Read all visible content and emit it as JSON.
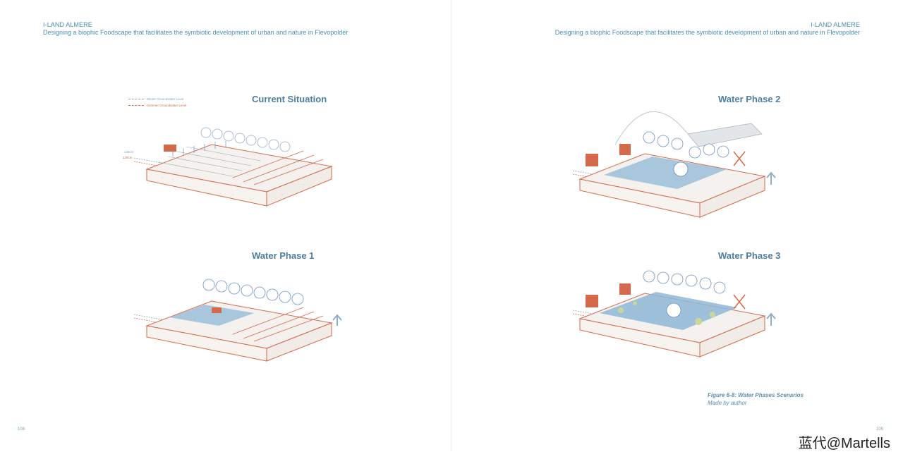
{
  "header": {
    "title": "I-LAND ALMERE",
    "subtitle": "Designing a biophic Foodscape that facilitates the symbiotic development of urban and nature in Flevopolder"
  },
  "legend": {
    "winter": "Winter Groundwater Level",
    "summer": "Summer Groundwater Level"
  },
  "levels": {
    "upper": "138cm",
    "lower": "128cm"
  },
  "panels": {
    "current": "Current Situation",
    "phase1": "Water Phase 1",
    "phase2": "Water Phase 2",
    "phase3": "Water Phase 3"
  },
  "caption": {
    "figure": "Figure 6-8: Water Phases Scenarios",
    "credit": "Made by author"
  },
  "page_numbers": {
    "left": "108",
    "right": "109"
  },
  "watermark": "蓝代@Martells",
  "colors": {
    "accent_text": "#4a8fb0",
    "terracotta": "#d46a4a",
    "water": "#8fb7d6",
    "tree": "#6f93bd",
    "grass": "#c9d89a"
  }
}
